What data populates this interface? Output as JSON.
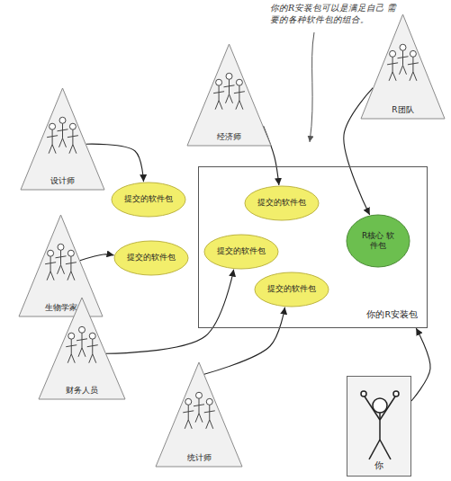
{
  "diagram": {
    "nodes": [
      {
        "text": [
          "R团队"
        ]
      },
      {
        "text": [
          "经济师"
        ]
      },
      {
        "text": [
          "设计师"
        ]
      },
      {
        "text": [
          "你的R安装包"
        ]
      },
      {
        "text": [
          "提交的软件包"
        ]
      },
      {
        "text": [
          "提交的软件包"
        ],
        "in": 3
      },
      {
        "text": [
          "R核心 软件包"
        ],
        "in": 3
      },
      {
        "text": [
          "生物学家"
        ]
      },
      {
        "text": [
          "提交的软件包"
        ]
      },
      {
        "text": [
          "提交的软件包"
        ],
        "in": 3
      },
      {
        "text": [
          "提交的软件包"
        ],
        "in": 3
      },
      {
        "text": [
          "财务人员"
        ]
      },
      {
        "text": [
          "统计师"
        ]
      },
      {
        "text": [
          "你"
        ]
      }
    ],
    "edges": [
      {
        "from": 2,
        "to": 4,
        "arrow": "to"
      },
      {
        "from": 1,
        "to": 5,
        "arrow": "to"
      },
      {
        "from": 0,
        "to": 6,
        "arrow": "to"
      },
      {
        "from": 7,
        "to": 8,
        "arrow": "to"
      },
      {
        "from": 11,
        "to": 9,
        "arrow": "to"
      },
      {
        "from": 12,
        "to": 10,
        "arrow": "to"
      },
      {
        "from": 13,
        "to": 3,
        "arrow": "to"
      }
    ],
    "labels": [
      "你的R安装包可以是满足自己 需要的各种软件包的组合。"
    ]
  }
}
